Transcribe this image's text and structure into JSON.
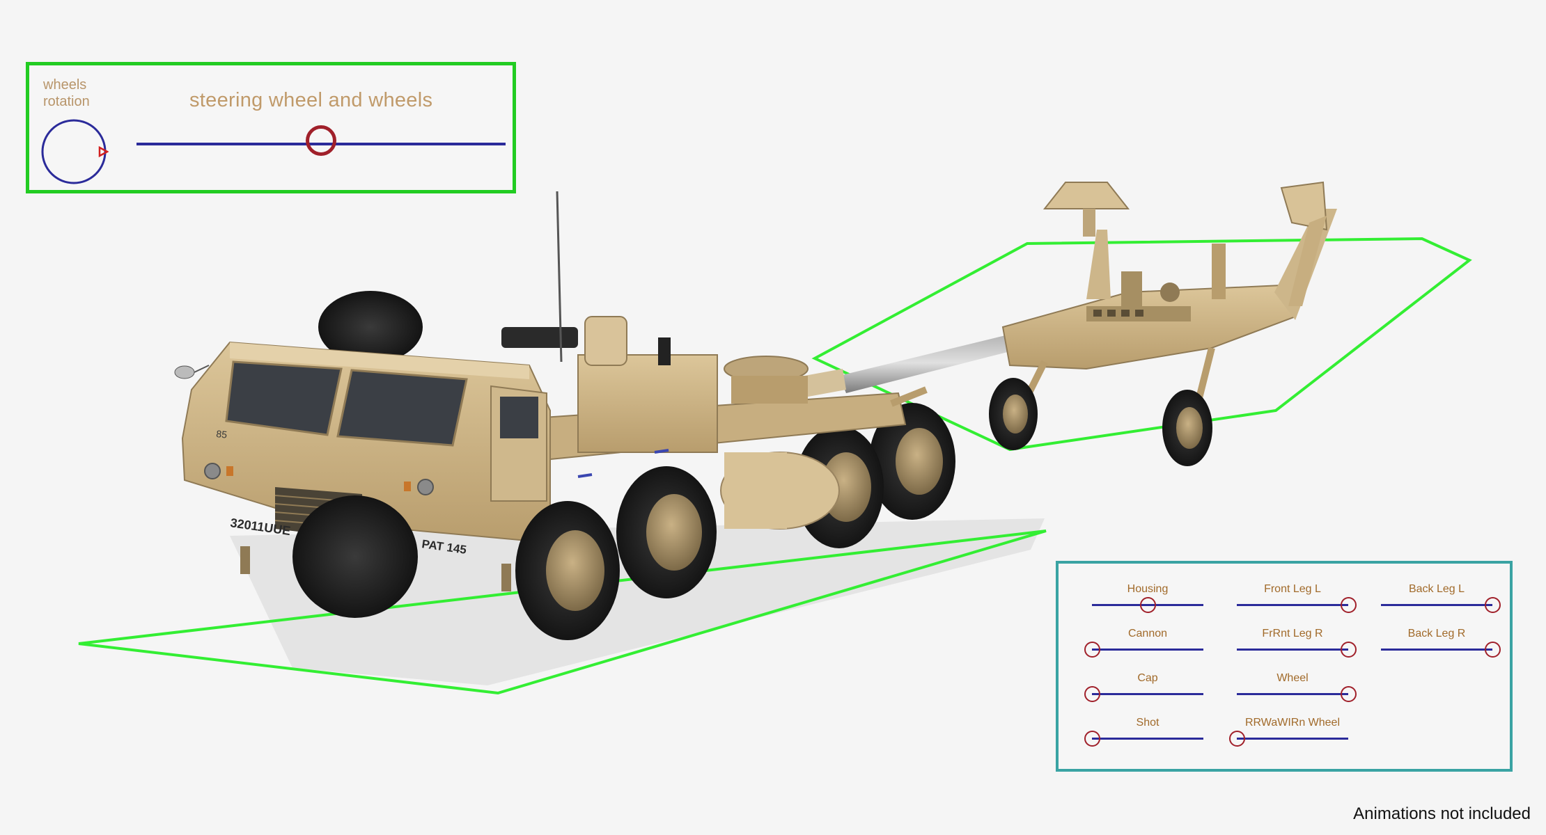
{
  "steering_panel": {
    "rotation_label": "wheels rotation",
    "title": "steering wheel and wheels",
    "slider_value": 0.5
  },
  "controls_panel": {
    "sliders": [
      {
        "label": "Housing",
        "value": 0.5
      },
      {
        "label": "Front Leg L",
        "value": 1.0
      },
      {
        "label": "Back Leg L",
        "value": 1.0
      },
      {
        "label": "Cannon",
        "value": 0.0
      },
      {
        "label": "FrRnt Leg R",
        "value": 1.0
      },
      {
        "label": "Back Leg R",
        "value": 1.0
      },
      {
        "label": "Cap",
        "value": 0.0
      },
      {
        "label": "Wheel",
        "value": 1.0
      },
      {
        "label": "Shot",
        "value": 0.0
      },
      {
        "label": "RRWaWIRn Wheel",
        "value": 0.0
      }
    ]
  },
  "vehicle": {
    "bumper_text": "32011UUE",
    "plate_text": "PAT 145",
    "cab_number": "85"
  },
  "footer": {
    "note": "Animations not included"
  },
  "colors": {
    "accent_green": "#22cc22",
    "panel_border": "#3aa3a3",
    "slider_line": "#2b2b9a",
    "slider_handle": "#a0202a",
    "label_tan": "#b8956a",
    "vehicle_tan": "#d6bf93"
  }
}
